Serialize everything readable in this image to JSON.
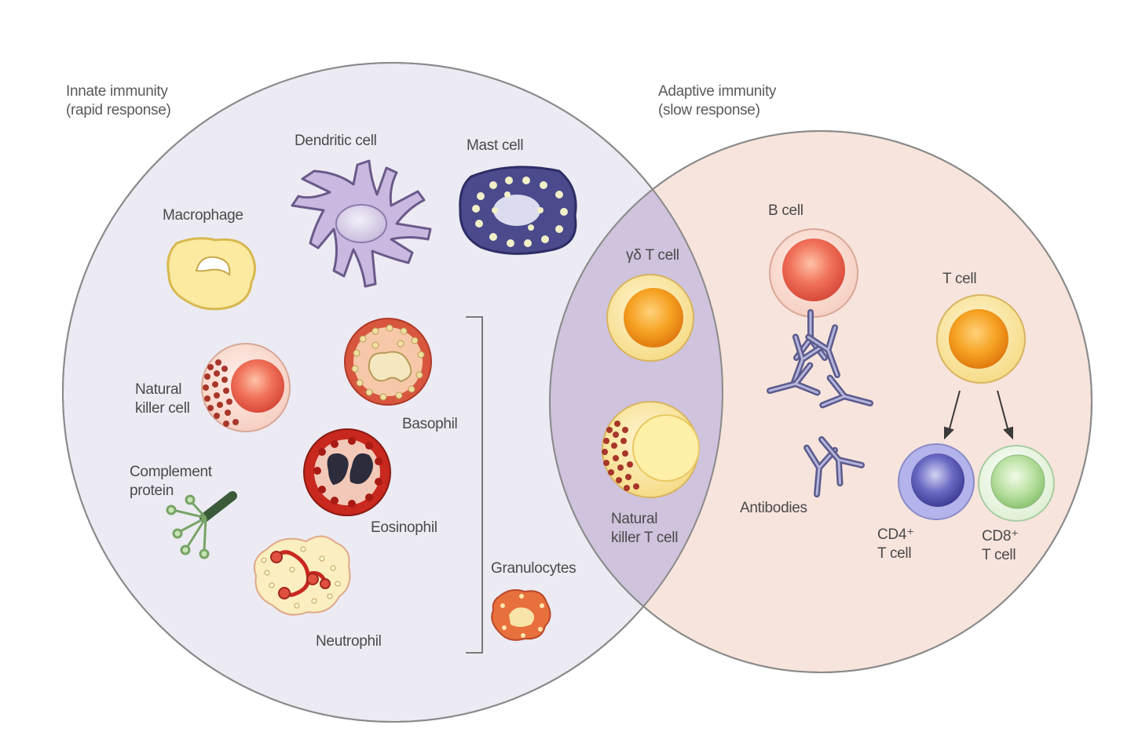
{
  "innate": {
    "title_line1": "Innate immunity",
    "title_line2": "(rapid response)"
  },
  "adaptive": {
    "title_line1": "Adaptive immunity",
    "title_line2": "(slow response)"
  },
  "cells": {
    "dendritic": "Dendritic cell",
    "mast": "Mast cell",
    "macrophage": "Macrophage",
    "nk_line1": "Natural",
    "nk_line2": "killer cell",
    "basophil": "Basophil",
    "complement_line1": "Complement",
    "complement_line2": "protein",
    "eosinophil": "Eosinophil",
    "neutrophil": "Neutrophil",
    "granulocytes": "Granulocytes",
    "gd_t": "γδ T cell",
    "nkt_line1": "Natural",
    "nkt_line2": "killer T cell",
    "b_cell": "B cell",
    "antibodies": "Antibodies",
    "t_cell": "T cell",
    "cd4_line1": "CD4⁺",
    "cd4_line2": "T cell",
    "cd8_line1": "CD8⁺",
    "cd8_line2": "T cell"
  },
  "colors": {
    "innate_fill": "#ecebf3",
    "adaptive_fill": "#f7e4dc",
    "overlap_fill": "#cfc3dd",
    "outline": "#8a8a8a"
  }
}
